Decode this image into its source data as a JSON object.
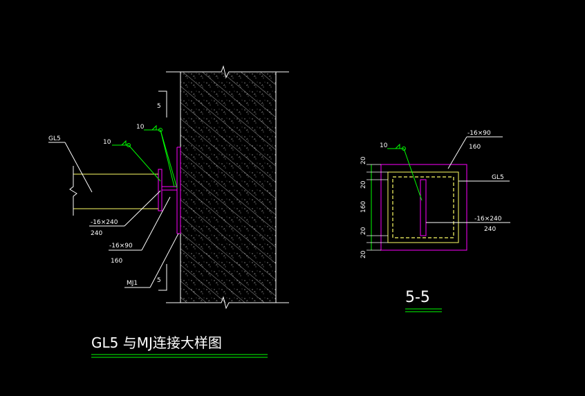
{
  "colors": {
    "background": "#000000",
    "white": "#ffffff",
    "green": "#00ff00",
    "yellow": "#ffff66",
    "magenta": "#ff00ff",
    "light_green": "#aaffaa"
  },
  "left_detail": {
    "title": "GL5 与MJ连接大样图",
    "member_label": "GL5",
    "weld_size_1": "10",
    "weld_size_2": "10",
    "section_mark_top": "5",
    "section_mark_bottom": "5",
    "plate1_spec": "-16×240",
    "plate1_len": "240",
    "plate2_spec": "-16×90",
    "plate2_len": "160",
    "embed_label": "MJ1"
  },
  "section_55": {
    "title": "5-5",
    "weld_size": "10",
    "plate_top_spec": "-16×90",
    "plate_top_len": "160",
    "member_label": "GL5",
    "plate_side_spec": "-16×240",
    "plate_side_len": "240",
    "dims": [
      "20",
      "20",
      "160",
      "20",
      "20"
    ]
  }
}
